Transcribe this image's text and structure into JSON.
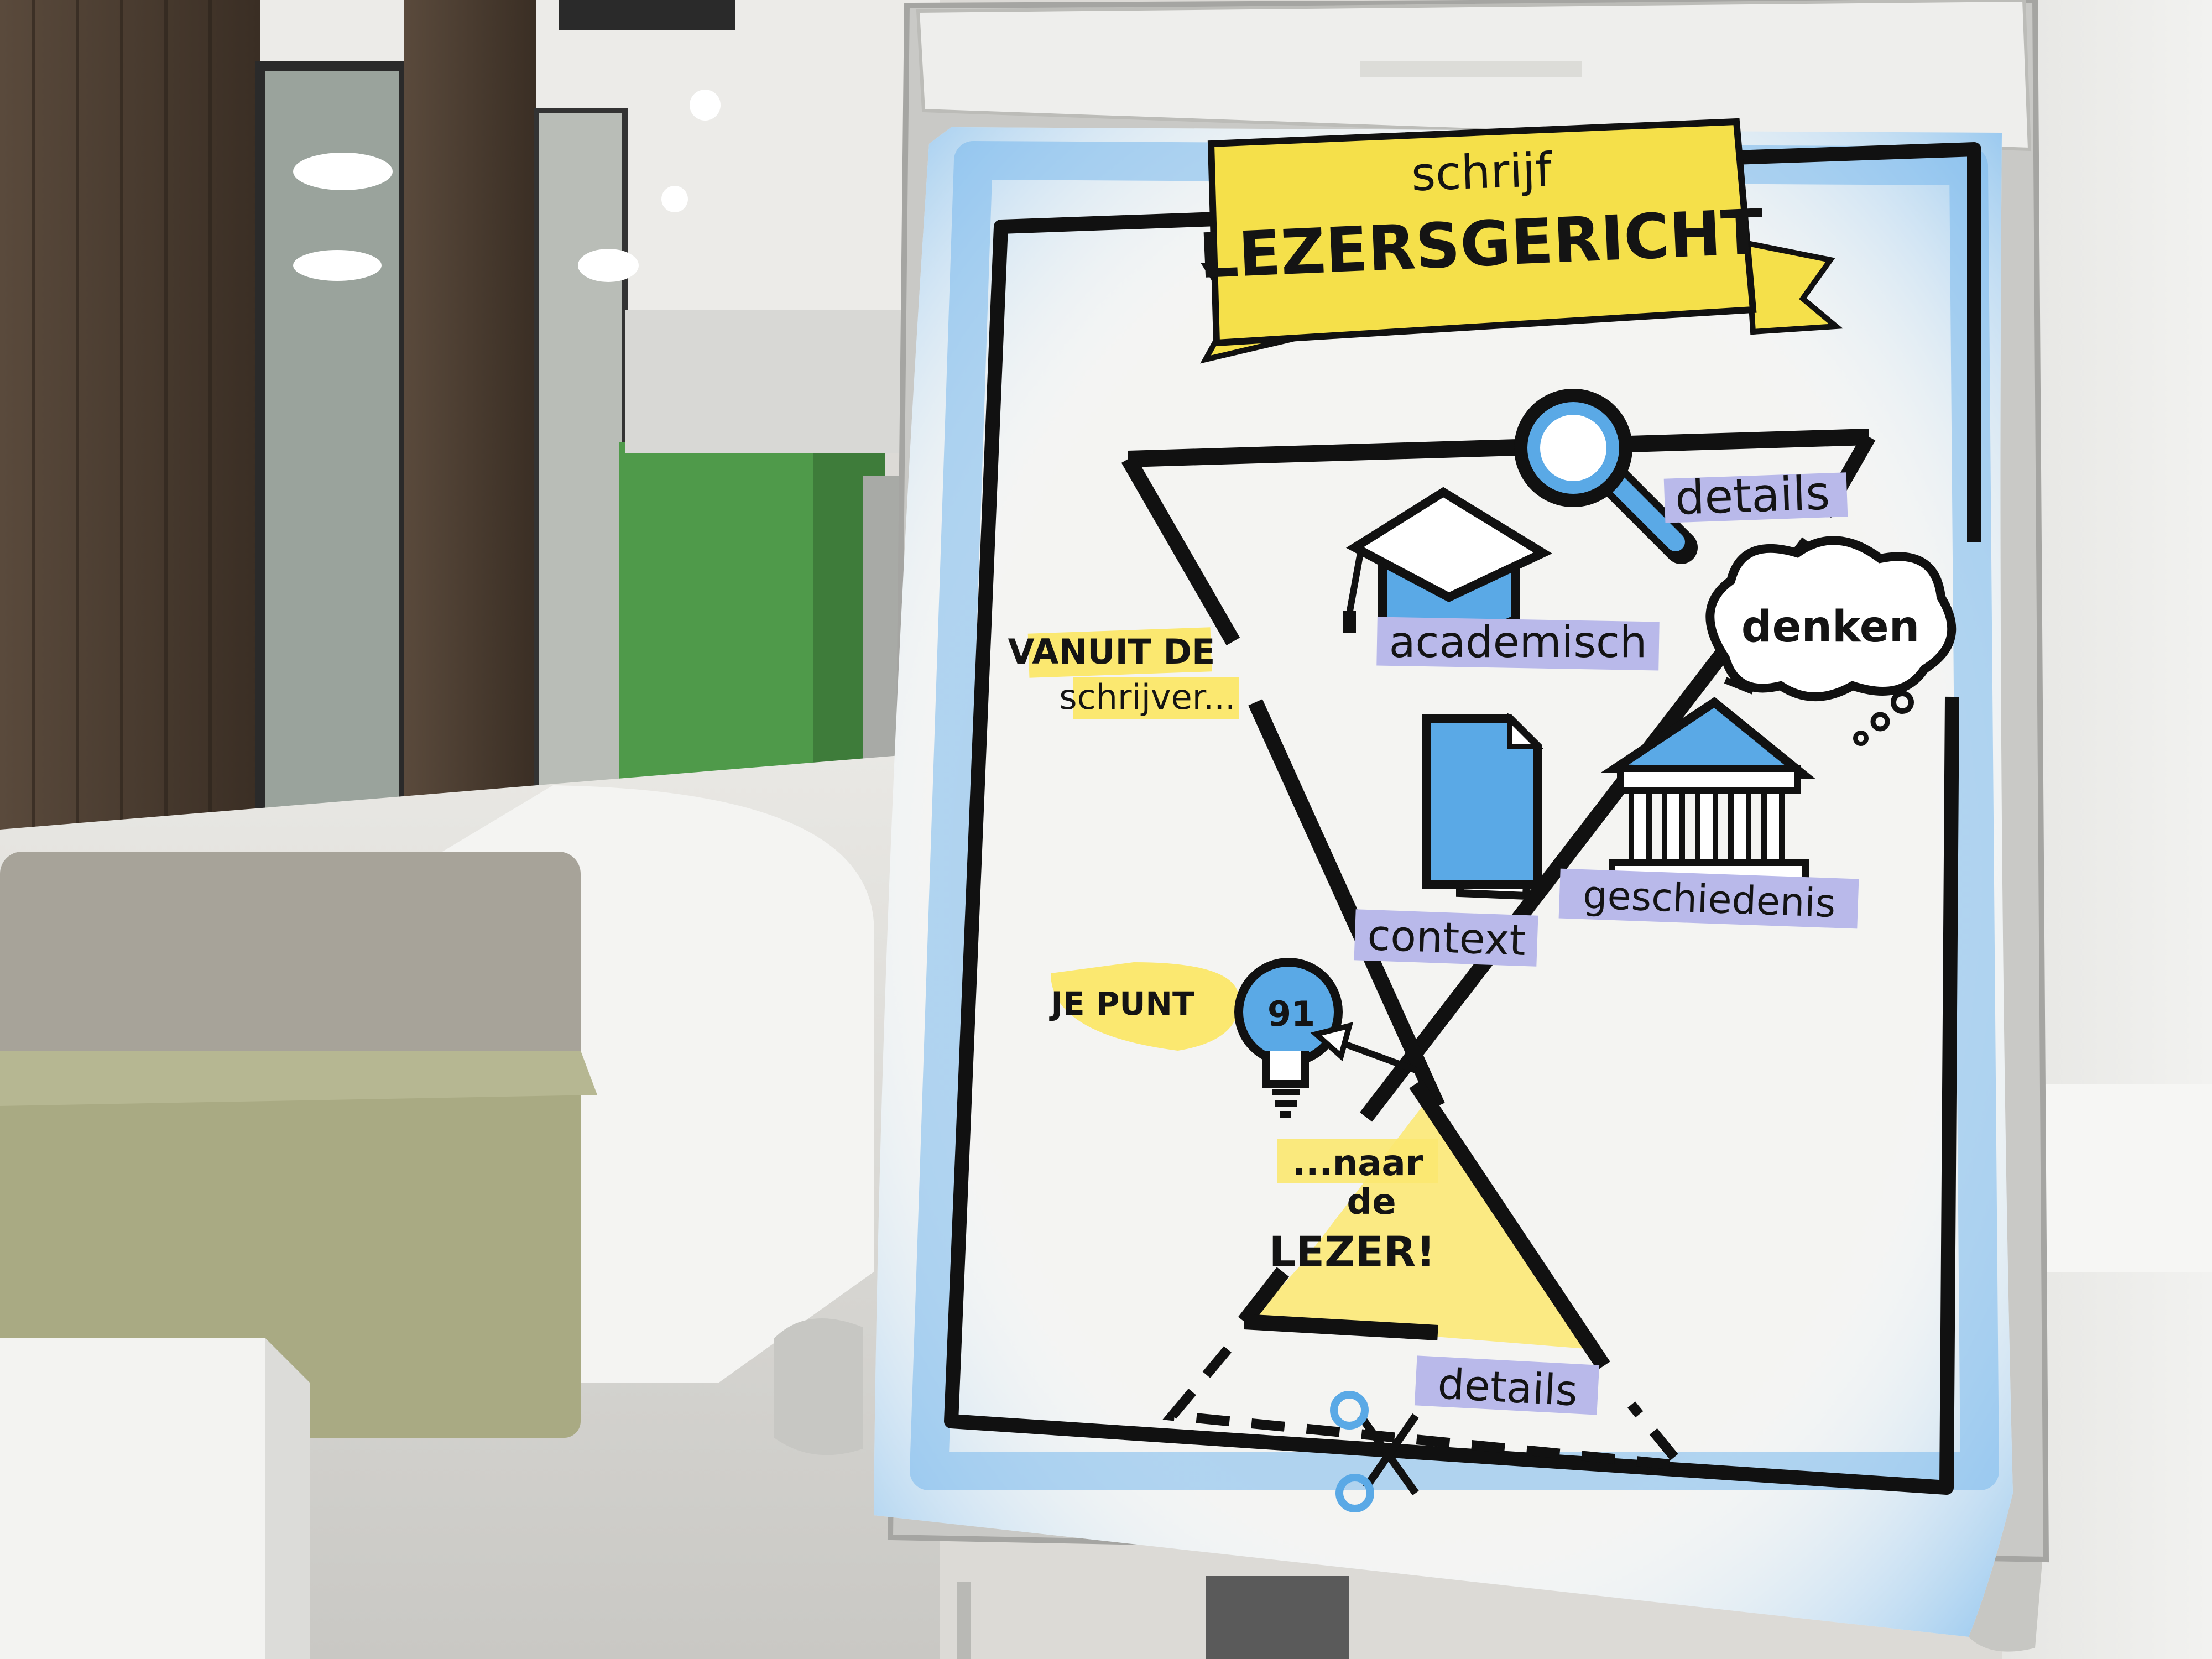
{
  "flipchart": {
    "banner": {
      "line1": "schrijf",
      "line2": "LEZERSGERICHT"
    },
    "labels": {
      "details_top": "details",
      "academisch": "academisch",
      "denken": "denken",
      "vanuit_line1": "VANUIT DE",
      "vanuit_line2": "schrijver...",
      "geschiedenis": "geschiedenis",
      "context": "context",
      "je_punt": "JE PUNT",
      "bulb_text": "91",
      "naar_line1": "...naar",
      "naar_line2": "de",
      "lezer": "LEZER!",
      "details_bottom": "details"
    },
    "icons": [
      "magnifier-icon",
      "graduation-cap-icon",
      "thought-cloud-icon",
      "document-stack-icon",
      "museum-building-icon",
      "lightbulb-icon",
      "scissors-icon"
    ]
  },
  "colors": {
    "banner_yellow": "#f5e04a",
    "highlight_yellow": "#fbe870",
    "marker_blue": "#5aa9e6",
    "label_purple": "#b9b9ea",
    "paper": "#f4f4f2",
    "ink": "#141414"
  }
}
